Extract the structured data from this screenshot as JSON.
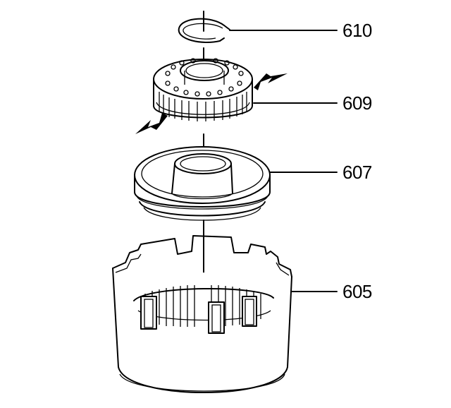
{
  "callouts": [
    {
      "id": "snap-ring",
      "label": "610"
    },
    {
      "id": "clutch-spring-assembly",
      "label": "609"
    },
    {
      "id": "piston",
      "label": "607"
    },
    {
      "id": "clutch-housing",
      "label": "605"
    }
  ],
  "colors": {
    "line": "#000000",
    "background": "#ffffff"
  }
}
